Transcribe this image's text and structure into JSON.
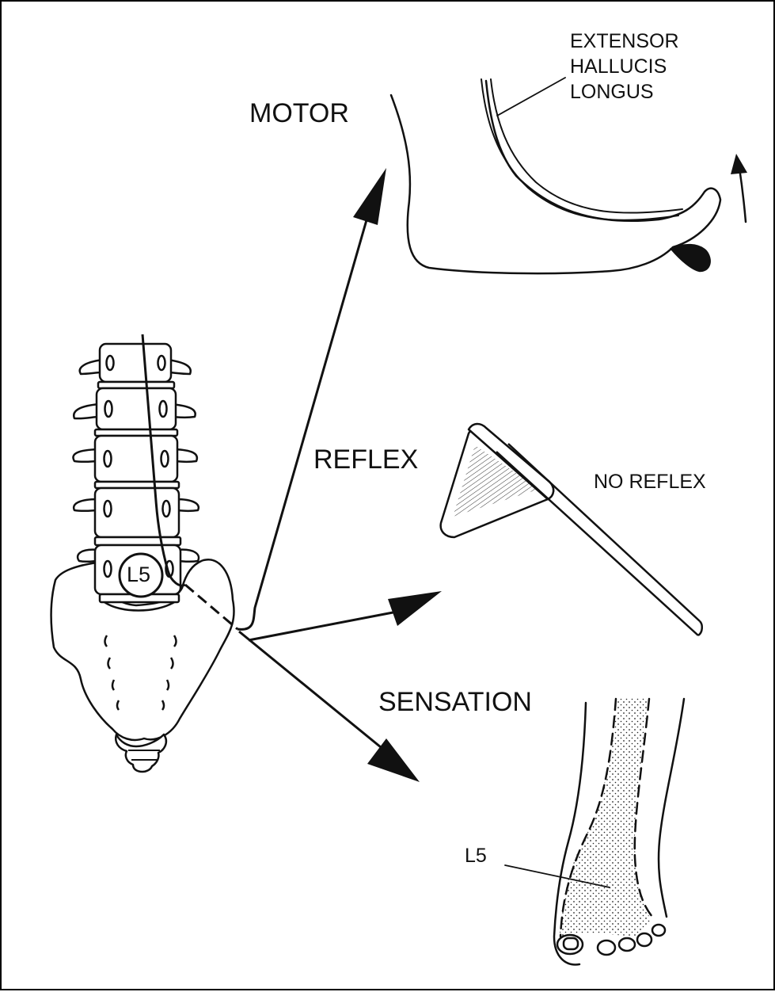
{
  "labels": {
    "motor": "MOTOR",
    "reflex": "REFLEX",
    "sensation": "SENSATION",
    "no_reflex": "NO REFLEX",
    "muscle_line1": "EXTENSOR",
    "muscle_line2": "HALLUCIS",
    "muscle_line3": "LONGUS",
    "vertebra": "L5",
    "dermatome": "L5"
  },
  "colors": {
    "ink": "#111111",
    "background": "#ffffff"
  },
  "icons": [
    "spine-illustration",
    "foot-dorsiflexion-illustration",
    "reflex-hammer-illustration",
    "foot-dermatome-illustration",
    "arrow-icon"
  ]
}
